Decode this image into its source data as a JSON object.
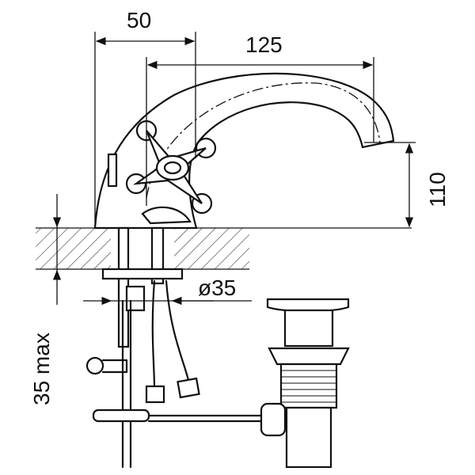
{
  "dimensions": {
    "handle_width": "50",
    "spout_reach": "125",
    "spout_height": "110",
    "deck_thickness": "35 max",
    "hole_diameter": "ø35"
  }
}
